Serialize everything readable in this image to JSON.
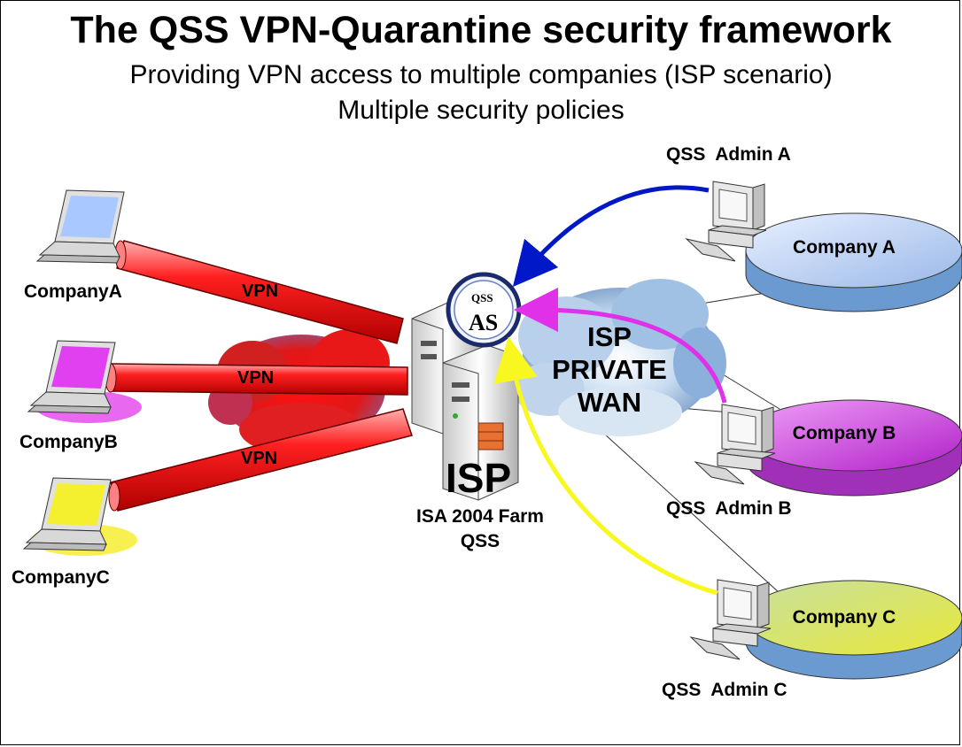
{
  "diagram": {
    "title": "The QSS VPN-Quarantine security framework",
    "subtitle_1": "Providing VPN access to multiple companies (ISP scenario)",
    "subtitle_2": "Multiple security policies",
    "clients": [
      {
        "label": "CompanyA",
        "color": "#a8c8ff"
      },
      {
        "label": "CompanyB",
        "color": "#e040f0"
      },
      {
        "label": "CompanyC",
        "color": "#f4f030"
      }
    ],
    "tunnels": [
      "VPN",
      "VPN",
      "VPN"
    ],
    "server": {
      "badge_small": "QSS",
      "badge_big": "AS",
      "name": "ISP",
      "caption_1": "ISA 2004 Farm",
      "caption_2": "QSS"
    },
    "wan": {
      "line_1": "ISP",
      "line_2": "PRIVATE",
      "line_3": "WAN"
    },
    "companies": [
      {
        "label": "Company A",
        "admin": "QSS  Admin A",
        "color": "#b8d0f0",
        "arrow": "#0018c8"
      },
      {
        "label": "Company B",
        "admin": "QSS  Admin B",
        "color": "#d040e0",
        "arrow": "#e030e8"
      },
      {
        "label": "Company C",
        "admin": "QSS  Admin C",
        "color": "#e8e850",
        "arrow": "#f8f820"
      }
    ]
  }
}
